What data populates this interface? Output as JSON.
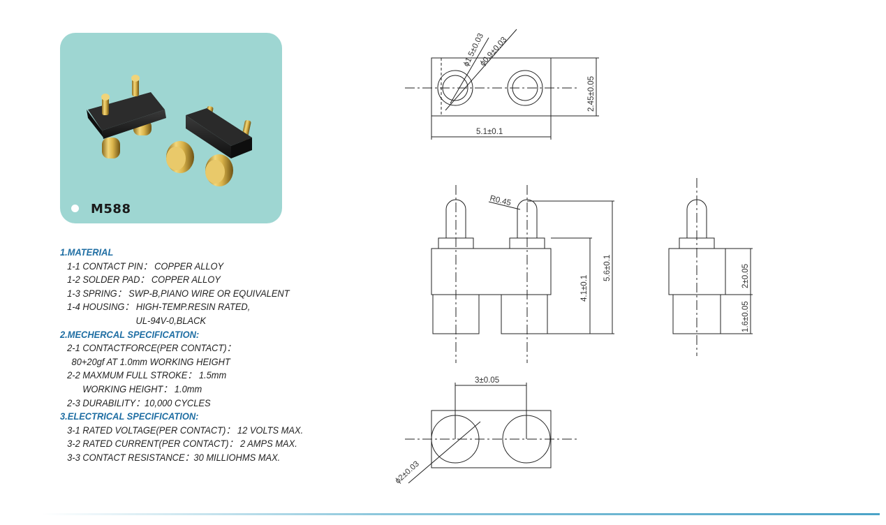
{
  "product": {
    "model": "M588",
    "colors": {
      "card_bg": "#9ed6d2",
      "section_heading": "#1f6ea3",
      "gold": "#d9b34a",
      "housing": "#1c1c1c"
    }
  },
  "specs": {
    "material": {
      "heading": "1.MATERIAL",
      "lines": [
        "1-1 CONTACT PIN： COPPER ALLOY",
        "1-2 SOLDER PAD： COPPER ALLOY",
        "1-3 SPRING： SWP-B,PIANO WIRE OR EQUIVALENT",
        "1-4 HOUSING： HIGH-TEMP.RESIN RATED,",
        "UL-94V-0,BLACK"
      ]
    },
    "mechanical": {
      "heading": "2.MECHERCAL SPECIFICATION:",
      "lines": [
        "2-1 CONTACTFORCE(PER CONTACT)：",
        "80+20gf AT  1.0mm WORKING HEIGHT",
        "2-2 MAXMUM FULL STROKE： 1.5mm",
        "WORKING HEIGHT： 1.0mm",
        "2-3 DURABILITY：10,000 CYCLES"
      ]
    },
    "electrical": {
      "heading": "3.ELECTRICAL SPECIFICATION:",
      "lines": [
        "3-1 RATED VOLTAGE(PER CONTACT)： 12 VOLTS MAX.",
        "3-2 RATED CURRENT(PER CONTACT)： 2 AMPS MAX.",
        "3-3 CONTACT RESISTANCE：30 MILLIOHMS MAX."
      ]
    }
  },
  "dimensions": {
    "pin_head_dia": "ϕ1.5±0.03",
    "pin_dia": "ϕ0.9±0.03",
    "housing_height_top": "2.45±0.05",
    "housing_length": "5.1±0.1",
    "tip_radius": "R0.45",
    "body_height": "4.1±0.1",
    "total_height": "5.6±0.1",
    "side_housing": "2±0.05",
    "side_pad": "1.6±0.05",
    "pitch": "3±0.05",
    "pad_dia": "ϕ2±0.03"
  }
}
